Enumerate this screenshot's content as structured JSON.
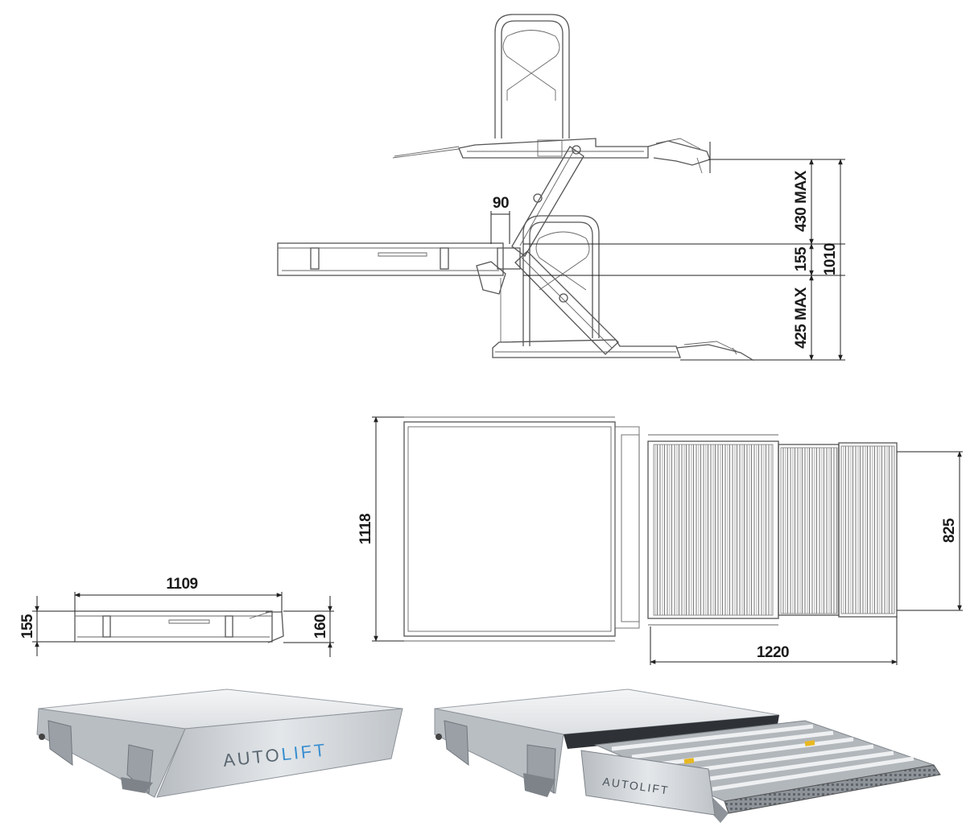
{
  "dimensions": {
    "side_view": {
      "offset_top": "90",
      "upper_travel": "430 MAX",
      "stow_height": "155",
      "lower_travel": "425 MAX",
      "total_height": "1010"
    },
    "stowed_side": {
      "length": "1109",
      "height_left": "155",
      "height_right": "160"
    },
    "top_view": {
      "width": "1118",
      "platform_width": "825",
      "platform_length": "1220"
    }
  },
  "photos": {
    "closed_brand": {
      "part1": "AUTO",
      "part2": "LIFT"
    },
    "open_brand": "AUTOLIFT"
  },
  "colors": {
    "line": "#555555",
    "brand_blue": "#3a8fd0",
    "brand_grey": "#5a6670",
    "aluminium": "#c8ccd0",
    "accent_yellow": "#e8b820"
  }
}
